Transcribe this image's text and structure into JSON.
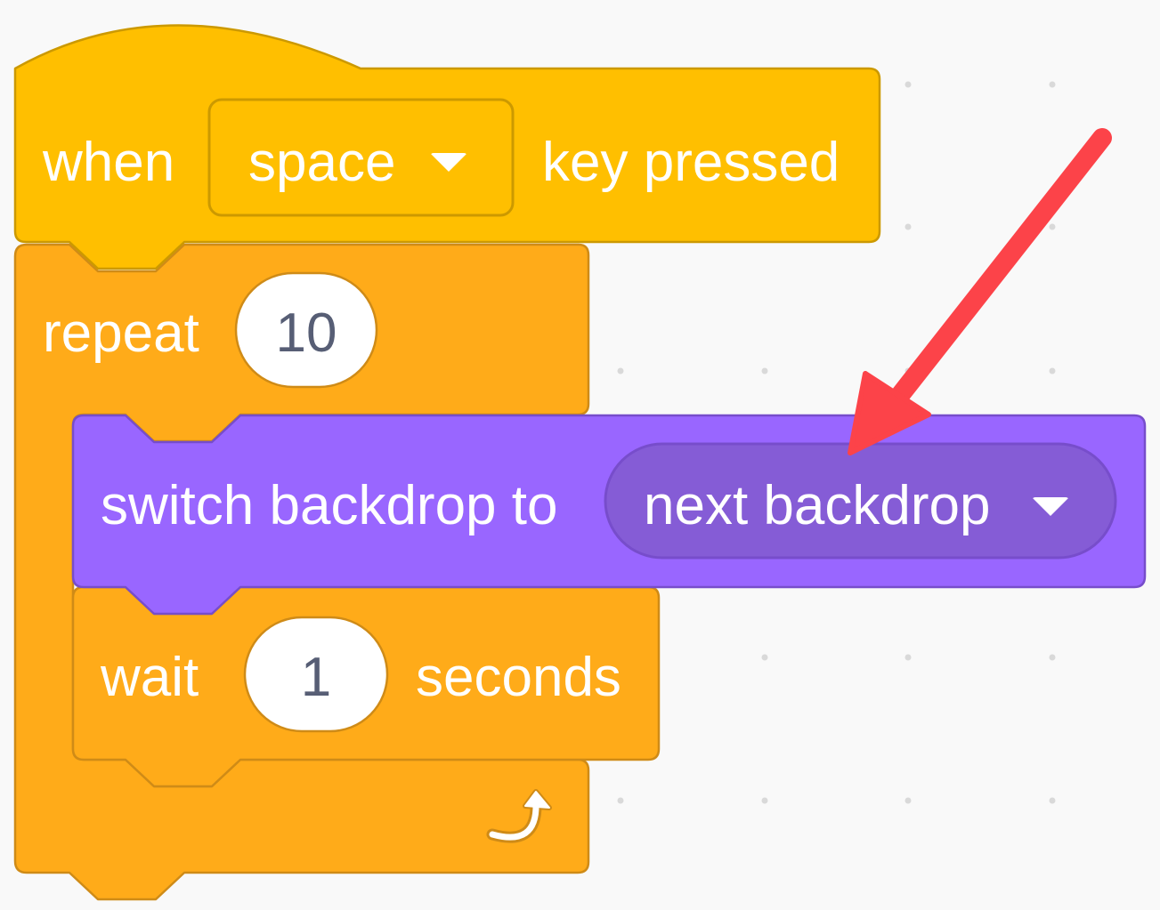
{
  "hat_block": {
    "when_label": "when",
    "key_value": "space",
    "key_pressed_label": "key pressed",
    "color": "#ffbf00",
    "border_color": "#cc9900"
  },
  "repeat_block": {
    "label": "repeat",
    "count": "10",
    "color": "#ffab19",
    "border_color": "#cf8b17"
  },
  "looks_block": {
    "label": "switch backdrop to",
    "backdrop_value": "next backdrop",
    "color": "#9966ff",
    "border_color": "#774dcb",
    "menu_color": "#855cd6"
  },
  "wait_block": {
    "wait_label": "wait",
    "seconds_value": "1",
    "seconds_label": "seconds"
  },
  "annotation": {
    "arrow_color": "#fc4349"
  },
  "icons": {
    "loop": "loop-arrow-icon",
    "dropdown": "dropdown-triangle-icon"
  }
}
